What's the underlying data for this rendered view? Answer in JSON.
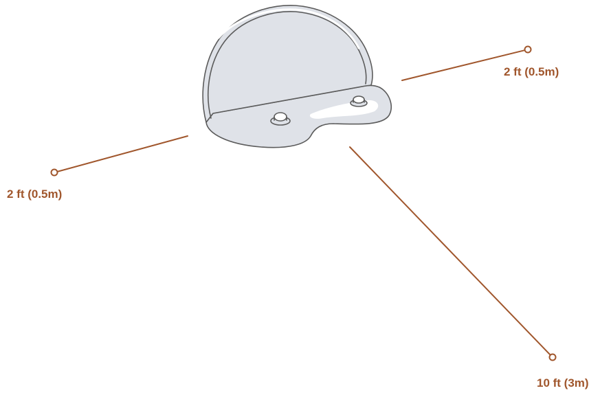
{
  "colors": {
    "accent": "#a0562c",
    "outline": "#5b5b5b",
    "fill": "#dfe2e8",
    "highlight": "#ffffff"
  },
  "objects": {
    "device": "charging-dock-icon"
  },
  "clearances": {
    "right": "2 ft (0.5m)",
    "left": "2 ft (0.5m)",
    "front": "10 ft (3m)"
  }
}
